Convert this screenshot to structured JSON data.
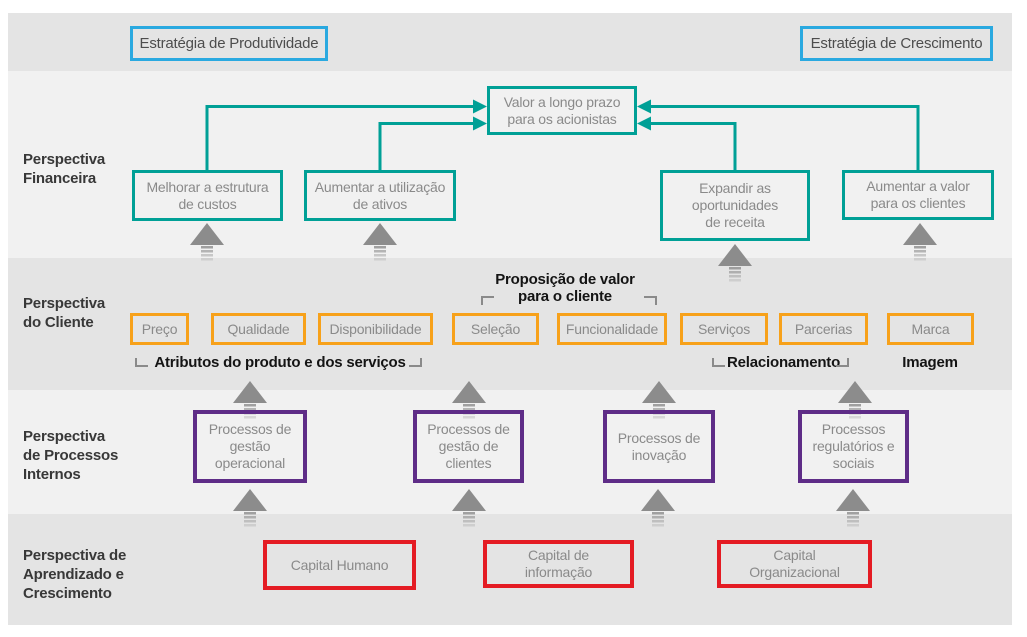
{
  "strategies": {
    "productivity": "Estratégia de Produtividade",
    "growth": "Estratégia de Crescimento"
  },
  "financial": {
    "label": "Perspectiva\nFinanceira",
    "goal": "Valor a longo prazo\npara os acionistas",
    "cost_structure": "Melhorar a estrutura\nde custos",
    "asset_utilization": "Aumentar a utilização\nde ativos",
    "revenue_opportunities": "Expandir as\noportunidades\nde receita",
    "customer_value": "Aumentar a valor\npara os clientes"
  },
  "customer": {
    "label": "Perspectiva\ndo Cliente",
    "value_proposition": "Proposição de valor\npara o cliente",
    "attributes": [
      "Preço",
      "Qualidade",
      "Disponibilidade",
      "Seleção",
      "Funcionalidade",
      "Serviços",
      "Parcerias",
      "Marca"
    ],
    "group_attributes": "Atributos do produto e dos serviços",
    "group_relationship": "Relacionamento",
    "group_image": "Imagem"
  },
  "internal": {
    "label": "Perspectiva\nde Processos\nInternos",
    "boxes": [
      "Processos de\ngestão\noperacional",
      "Processos de\ngestão de\nclientes",
      "Processos de\ninovação",
      "Processos\nregulatórios e\nsociais"
    ]
  },
  "learning": {
    "label": "Perspectiva de\nAprendizado e\nCrescimento",
    "boxes": [
      "Capital Humano",
      "Capital de\ninformação",
      "Capital\nOrganizacional"
    ]
  },
  "colors": {
    "teal": "#00a096",
    "blue": "#2aa9e0",
    "orange": "#f7a11a",
    "purple": "#5e2c87",
    "red": "#e41b23",
    "band_dark": "#e4e4e4",
    "band_light": "#f1f1f1",
    "arrow_gray": "#8c8c8c",
    "box_text": "#8a8a8a",
    "label_text": "#383838"
  }
}
